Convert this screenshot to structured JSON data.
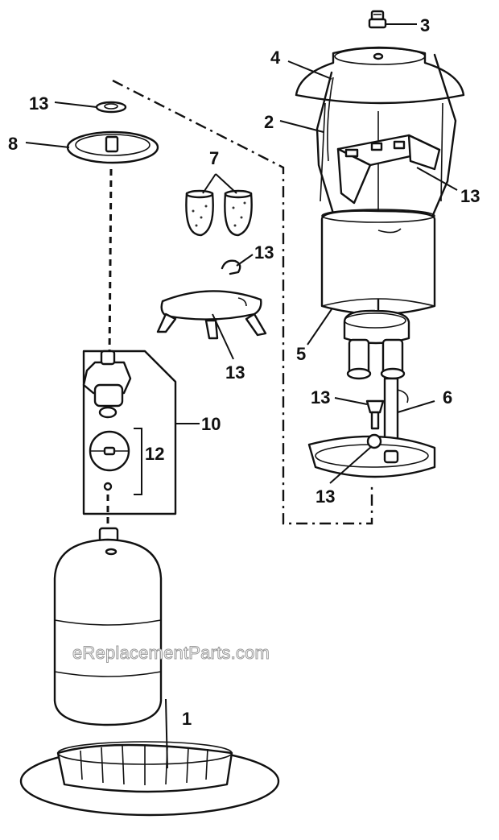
{
  "callouts": {
    "c1": "1",
    "c2": "2",
    "c3": "3",
    "c4": "4",
    "c5": "5",
    "c6": "6",
    "c7": "7",
    "c8": "8",
    "c10": "10",
    "c12": "12",
    "c13_cap": "13",
    "c13_right": "13",
    "c13_clip": "13",
    "c13_stand": "13",
    "c13_screw": "13",
    "c13_washer": "13"
  },
  "watermark": "eReplacementParts.com",
  "colors": {
    "ink": "#111111",
    "background": "#ffffff",
    "watermark_outline": "#9a9a9a"
  }
}
